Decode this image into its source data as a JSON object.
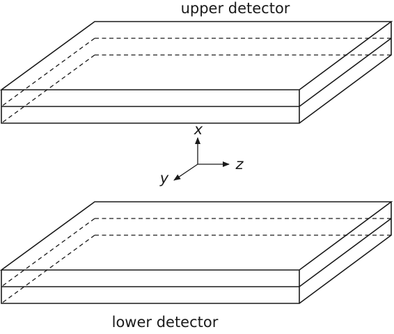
{
  "labels": {
    "upper": "upper detector",
    "lower": "lower detector"
  },
  "axes": {
    "x": "x",
    "y": "y",
    "z": "z"
  }
}
